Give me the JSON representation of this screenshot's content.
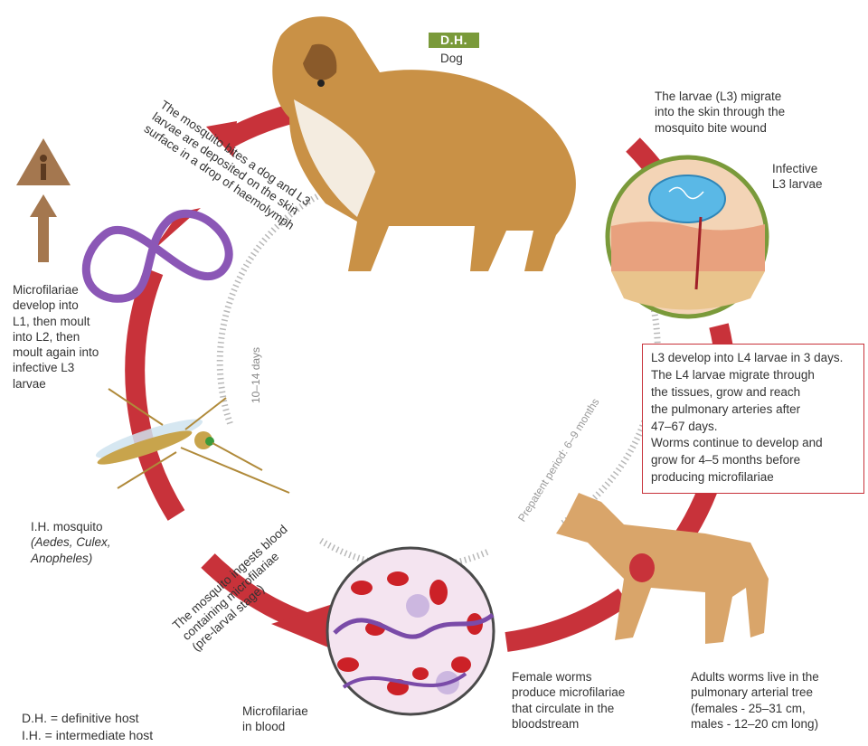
{
  "host_badge": {
    "abbrev": "D.H.",
    "name": "Dog"
  },
  "labels": {
    "l3_migrate": [
      "The larvae (L3) migrate",
      "into the skin through the",
      "mosquito bite wound"
    ],
    "infective": [
      "Infective",
      "L3 larvae"
    ],
    "l3_box": [
      "L3 develop into L4 larvae in 3 days.",
      "The L4 larvae migrate through",
      "the tissues, grow and reach",
      "the pulmonary arteries after",
      "47–67 days.",
      "Worms continue to develop and",
      "grow for 4–5 months before",
      "producing microfilariae"
    ],
    "microfilariae_develop": [
      "Microfilariae",
      "develop into",
      "L1, then moult",
      "into L2, then",
      "moult again into",
      "infective L3",
      "larvae"
    ],
    "ih_mosquito": "I.H. mosquito",
    "mosquito_genera": [
      "(Aedes, Culex,",
      "Anopheles)"
    ],
    "microfilariae_blood": [
      "Microfilariae",
      "in blood"
    ],
    "female_worms": [
      "Female worms",
      "produce microfilariae",
      "that circulate in the",
      "bloodstream"
    ],
    "adult_worms": [
      "Adults worms live in the",
      "pulmonary arterial tree",
      "(females - 25–31 cm,",
      "males - 12–20 cm long)"
    ],
    "mosquito_bites": [
      "The mosquito bites a dog and L3",
      "larvae are deposited on the skin",
      "surface in a drop of haemolymph"
    ],
    "mosquito_ingests": [
      "The mosquito ingests blood",
      "containing microfilariae",
      "(pre-larval stage)"
    ],
    "period_days": "10–14 days",
    "prepatent": "Prepatent period: 6–9 months"
  },
  "legend": [
    "D.H. = definitive host",
    "I.H. = intermediate host"
  ],
  "colors": {
    "cycle_arrow": "#c8323a",
    "badge": "#7a9a3a",
    "human_arrow": "#a4774f",
    "box_border": "#c8323a",
    "dashes": "#b0b0b0"
  },
  "icons": [
    "dog-illustration",
    "skin-section-icon",
    "human-icon",
    "up-arrow-icon",
    "l3-larva-icon",
    "mosquito-icon",
    "blood-circle-icon",
    "dog-anatomy-icon"
  ]
}
